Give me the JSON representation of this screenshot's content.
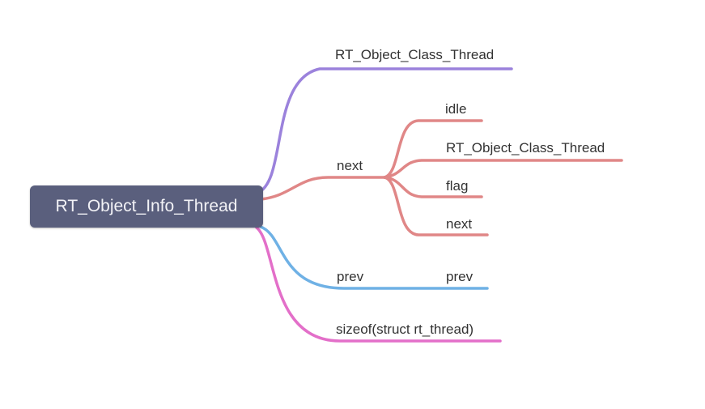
{
  "root": {
    "label": "RT_Object_Info_Thread",
    "bg": "#5a5f7d",
    "text_color": "#f2f2f6"
  },
  "branches": [
    {
      "label": "RT_Object_Class_Thread",
      "color": "#9b82dc",
      "children": []
    },
    {
      "label": "next",
      "color": "#e08787",
      "children": [
        {
          "label": "idle"
        },
        {
          "label": "RT_Object_Class_Thread"
        },
        {
          "label": "flag"
        },
        {
          "label": "next"
        }
      ]
    },
    {
      "label": "prev",
      "color": "#6fb1e5",
      "children": [
        {
          "label": "prev"
        }
      ]
    },
    {
      "label": "sizeof(struct rt_thread)",
      "color": "#e36fc9",
      "children": []
    }
  ],
  "label_text_color": "#333333",
  "background_color": "#ffffff"
}
